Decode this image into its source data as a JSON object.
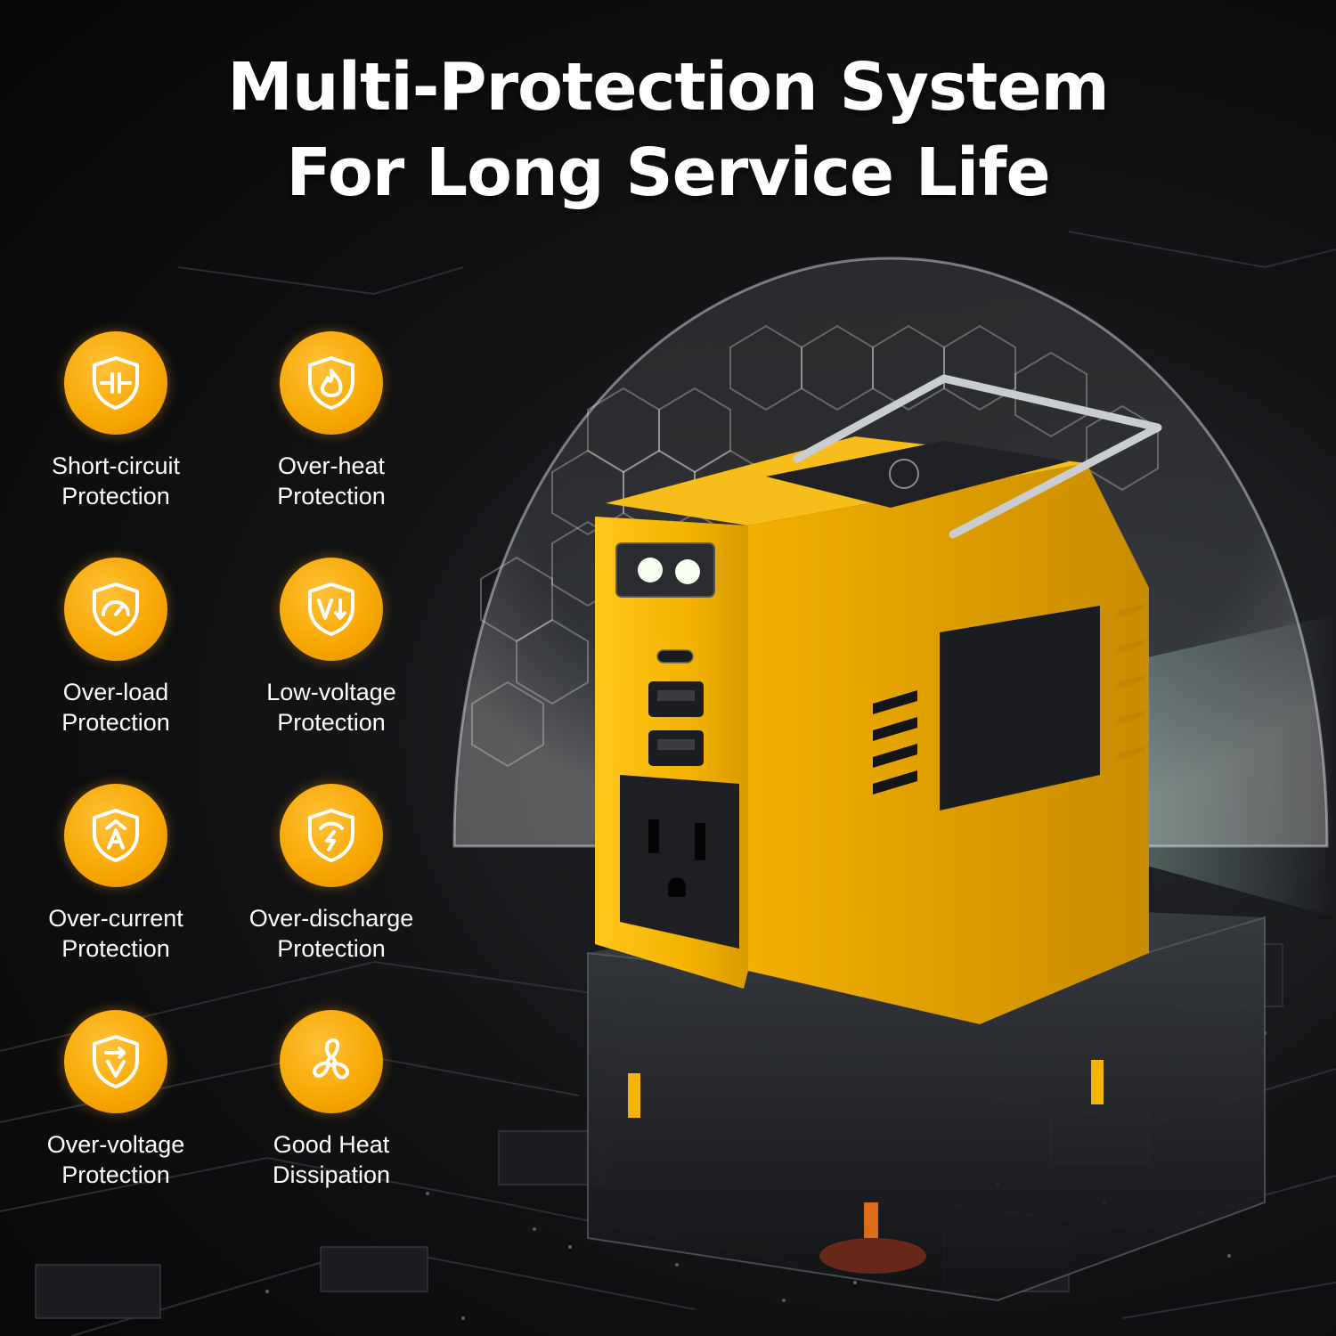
{
  "headline": {
    "line1": "Multi-Protection System",
    "line2": "For Long Service Life"
  },
  "features": [
    {
      "icon": "short-circuit-icon",
      "line1": "Short-circuit",
      "line2": "Protection"
    },
    {
      "icon": "over-heat-icon",
      "line1": "Over-heat",
      "line2": "Protection"
    },
    {
      "icon": "over-load-icon",
      "line1": "Over-load",
      "line2": "Protection"
    },
    {
      "icon": "low-voltage-icon",
      "line1": "Low-voltage",
      "line2": "Protection"
    },
    {
      "icon": "over-current-icon",
      "line1": "Over-current",
      "line2": "Protection"
    },
    {
      "icon": "over-discharge-icon",
      "line1": "Over-discharge",
      "line2": "Protection"
    },
    {
      "icon": "over-voltage-icon",
      "line1": "Over-voltage",
      "line2": "Protection"
    },
    {
      "icon": "heat-dissipation-icon",
      "line1": "Good Heat",
      "line2": "Dissipation"
    }
  ],
  "colors": {
    "accent": "#f7a600",
    "product_yellow": "#f4b400",
    "background": "#0c0c0d"
  }
}
